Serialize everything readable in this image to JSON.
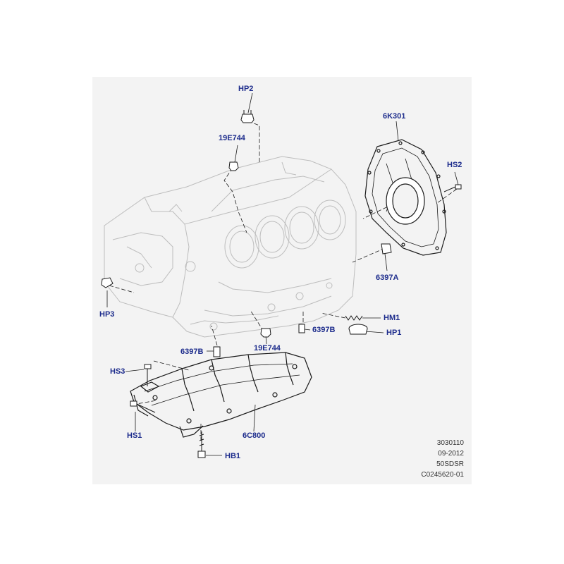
{
  "labels": {
    "hp2": "HP2",
    "e744_top": "19E744",
    "k301": "6K301",
    "hs2": "HS2",
    "a6397": "6397A",
    "hp3": "HP3",
    "hm1": "HM1",
    "hp1": "HP1",
    "b6397_right": "6397B",
    "b6397_left": "6397B",
    "e744_bottom": "19E744",
    "hs3": "HS3",
    "hs1": "HS1",
    "c800": "6C800",
    "hb1": "HB1"
  },
  "reference": {
    "code": "3030110",
    "date": "09-2012",
    "model": "50SDSR",
    "catalog": "C0245620-01"
  },
  "colors": {
    "label": "#1d2c8c",
    "panel": "#f3f3f3",
    "block_line": "#bfbfbf",
    "part_line": "#1a1a1a"
  }
}
